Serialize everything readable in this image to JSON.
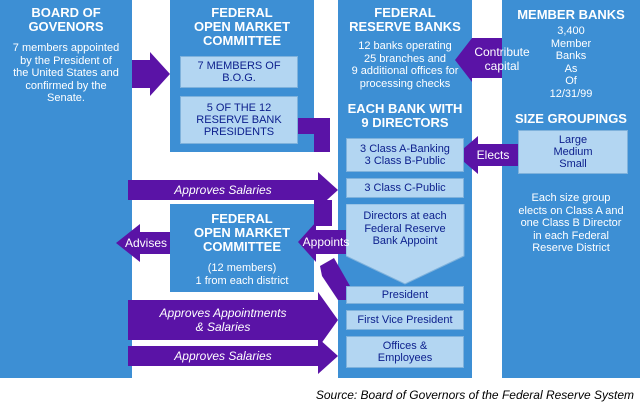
{
  "board": {
    "title": "BOARD OF\nGOVENORS",
    "text": "7 members appointed\nby the President of\nthe United States and\nconfirmed by the\nSenate."
  },
  "fomc_top": {
    "title": "FEDERAL\nOPEN MARKET\nCOMMITTEE",
    "box1": "7 MEMBERS OF\nB.O.G.",
    "box2": "5 OF THE 12\nRESERVE BANK\nPRESIDENTS"
  },
  "fomc_bottom": {
    "title": "FEDERAL\nOPEN MARKET\nCOMMITTEE",
    "text": "(12 members)\n1 from each district"
  },
  "reserve_banks": {
    "title": "FEDERAL\nRESERVE BANKS",
    "text": "12 banks operating\n25 branches and\n9 additional offices for\nprocessing checks",
    "subtitle": "EACH BANK WITH\n9 DIRECTORS",
    "box_class_ab": "3 Class A-Banking\n3 Class B-Public",
    "box_class_c": "3 Class C-Public",
    "box_directors": "Directors at each\nFederal Reserve\nBank Appoint",
    "box_president": "President",
    "box_vp": "First Vice President",
    "box_officers": "Offices &\nEmployees"
  },
  "member_banks": {
    "title": "MEMBER BANKS",
    "count": "3,400\nMember\nBanks\nAs\nOf\n12/31/99",
    "size_title": "SIZE GROUPINGS",
    "sizes": "Large\nMedium\nSmall",
    "note": "Each size group\nelects on Class A and\none Class B Director\nin each Federal\nReserve District"
  },
  "arrows": {
    "contribute": "Contribute\ncapital",
    "elects": "Elects",
    "approves_salaries_1": "Approves Salaries",
    "advises": "Advises",
    "appoints": "Appoints",
    "approves_appointments": "Approves Appointments\n& Salaries",
    "approves_salaries_2": "Approves Salaries"
  },
  "source": "Source: Board of Governors of the Federal Reserve System",
  "colors": {
    "column": "#3d8fd4",
    "box": "#b3d6f2",
    "arrow": "#5a13a6",
    "box_text": "#0b1e8c"
  }
}
